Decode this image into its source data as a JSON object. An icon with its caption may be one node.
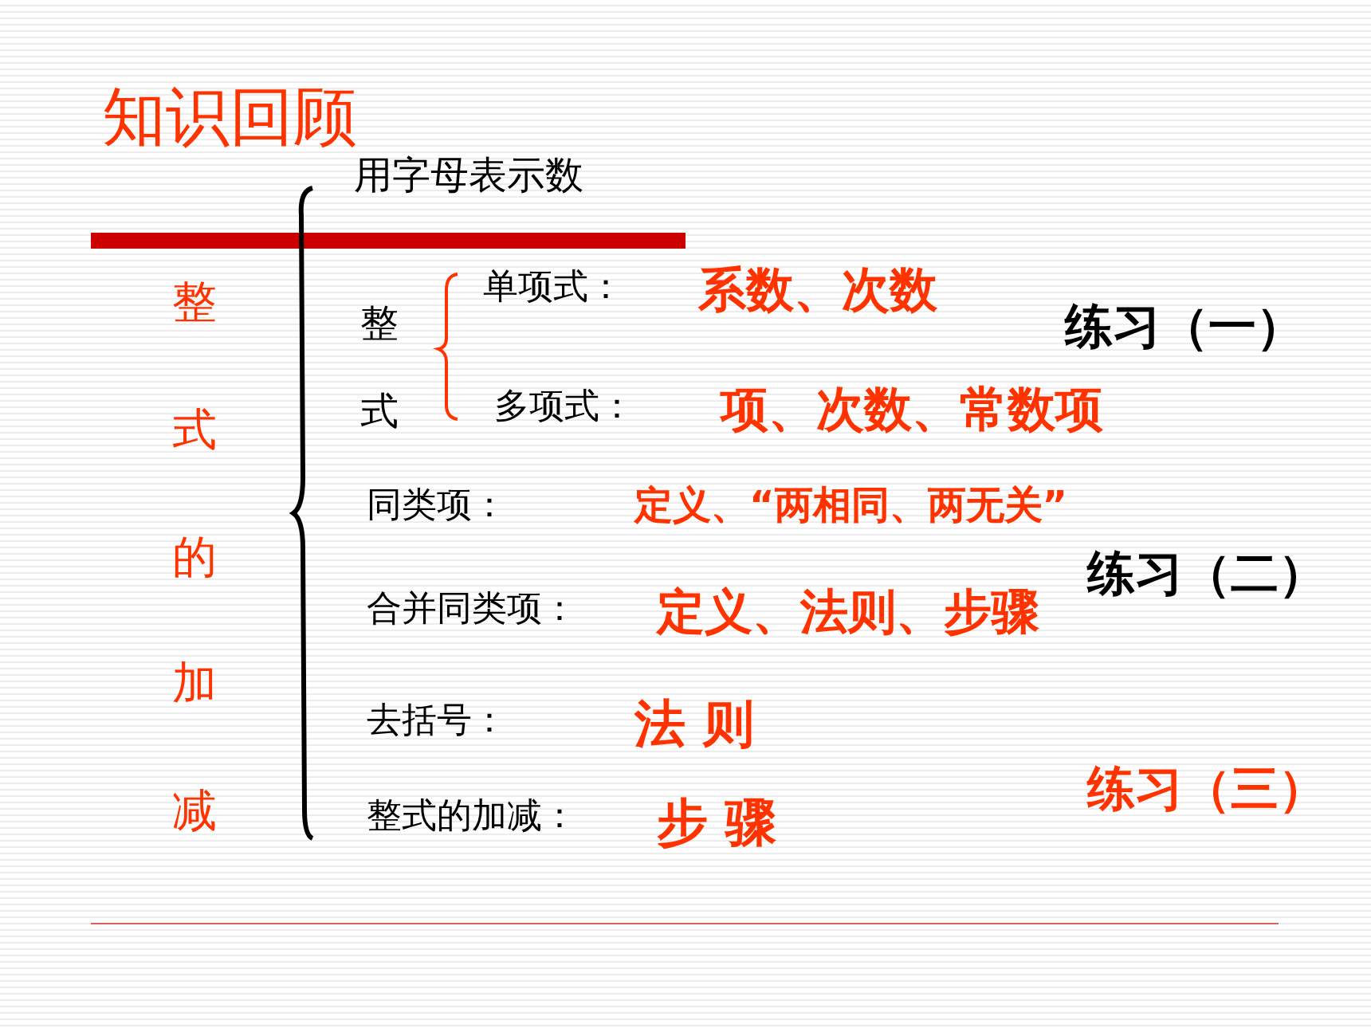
{
  "diagram": {
    "title": "知识回顾",
    "labels": [
      "用字母表示数",
      "整式的加减",
      "整式",
      "单项式：",
      "系数、次数",
      "多项式：",
      "项、次数、常数项",
      "练习（一）",
      "同类项：",
      "定义、“两相同、两无关”",
      "练习（二）",
      "合并同类项：",
      "定义、法则、步骤",
      "去括号：",
      "法 则",
      "整式的加减：",
      "步 骤",
      "练习（三）"
    ]
  }
}
